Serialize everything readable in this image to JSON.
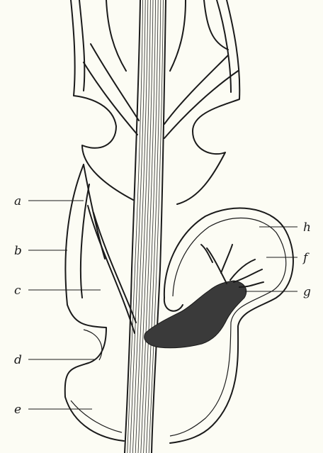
{
  "figure": {
    "labels": {
      "a": "a",
      "b": "b",
      "c": "c",
      "d": "d",
      "e": "e",
      "f": "f",
      "g": "g",
      "h": "h"
    }
  },
  "colors": {
    "ink": "#1a1a1a",
    "paper": "#fcfcf4",
    "tissue": "#3a3a3a"
  }
}
